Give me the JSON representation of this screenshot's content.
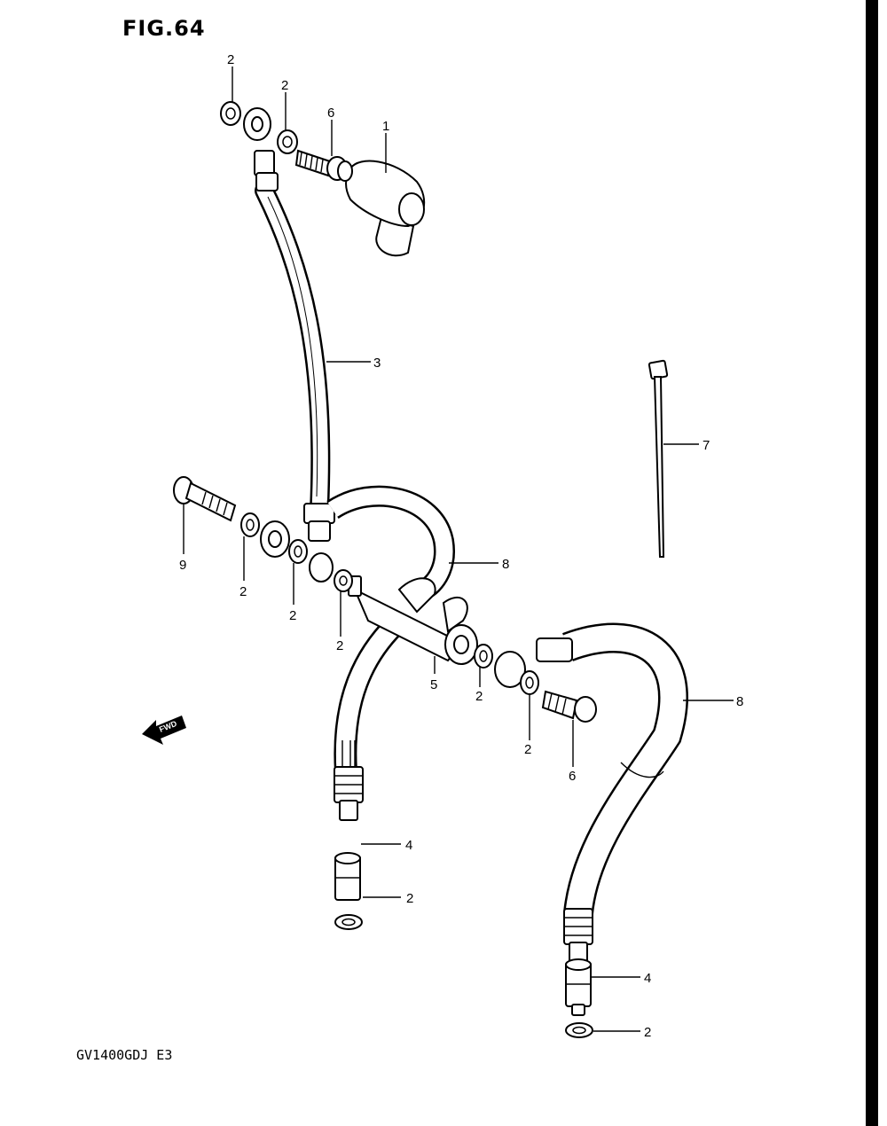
{
  "figure": {
    "title": "FIG.64",
    "model_code": "GV1400GDJ E3"
  },
  "fwd_arrow": {
    "label": "FWD",
    "icon": "fwd-arrow-icon"
  },
  "callouts": {
    "c1": "1",
    "c2a": "2",
    "c2b": "2",
    "c2c": "2",
    "c2d": "2",
    "c2e": "2",
    "c2f": "2",
    "c2g": "2",
    "c2h": "2",
    "c2i": "2",
    "c3": "3",
    "c4a": "4",
    "c4b": "4",
    "c5": "5",
    "c6a": "6",
    "c6b": "6",
    "c7": "7",
    "c8a": "8",
    "c8b": "8",
    "c9": "9"
  }
}
